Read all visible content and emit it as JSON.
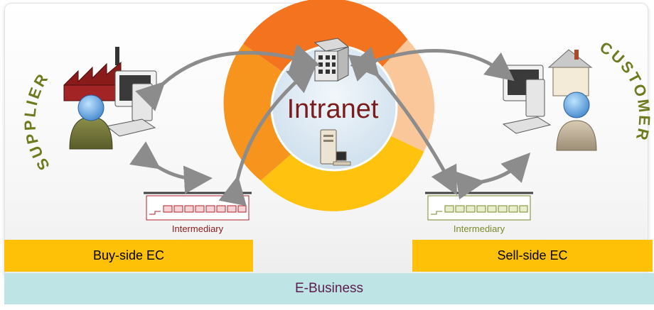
{
  "hub": {
    "label": "Intranet"
  },
  "supplier": {
    "label": "SUPPLIER"
  },
  "customer": {
    "label": "CUSTOMER"
  },
  "intermediary_left": {
    "label": "Intermediary"
  },
  "intermediary_right": {
    "label": "Intermediary"
  },
  "bars": {
    "buy_side": "Buy-side EC",
    "sell_side": "Sell-side EC",
    "ebusiness": "E-Business"
  },
  "colors": {
    "ring_dark_orange": "#f4731f",
    "ring_orange": "#f7941d",
    "ring_peach": "#f9c79a",
    "ring_yellow": "#ffc20e",
    "hub_fill": "#dbe9f4",
    "hub_text": "#7b1c1c",
    "yellow_bar": "#ffc107",
    "ebusiness_bar": "#bfe4e6",
    "supplier_text": "#6f7a1e",
    "customer_text": "#6f7a1e",
    "arrow": "#8c8c8c"
  }
}
